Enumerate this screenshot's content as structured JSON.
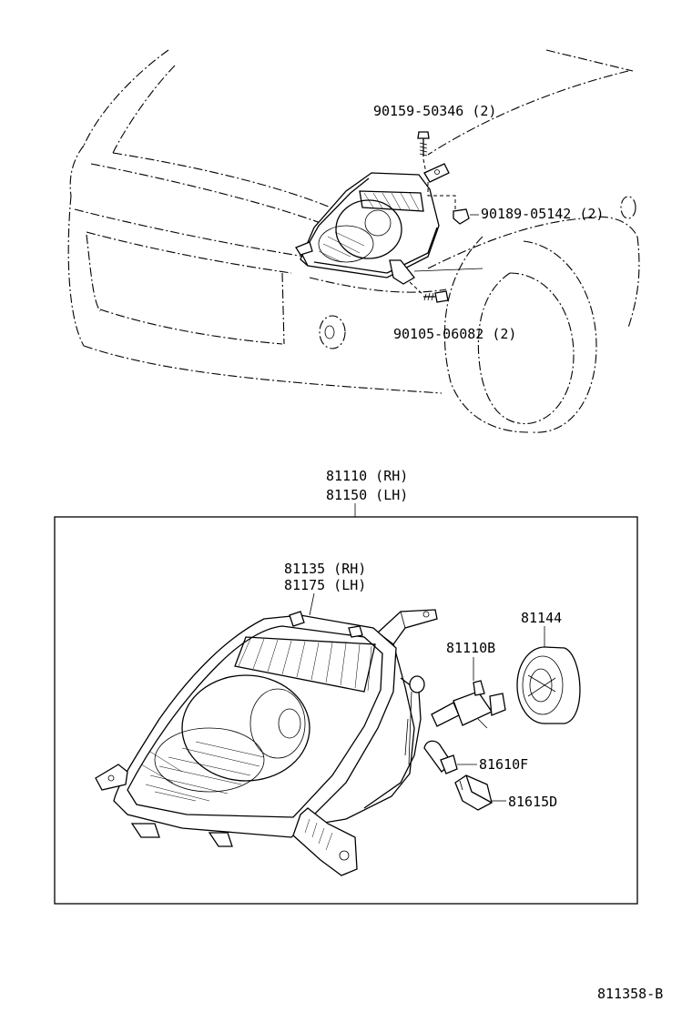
{
  "labels": {
    "screw_top": "90159-50346 (2)",
    "clip_right": "90189-05142 (2)",
    "screw_bottom": "90105-06082 (2)",
    "assembly_rh": "81110 (RH)",
    "assembly_lh": "81150 (LH)",
    "lens_rh": "81135 (RH)",
    "lens_lh": "81175 (LH)",
    "cover": "81144",
    "bulb_main": "81110B",
    "bulb_clearance": "81610F",
    "socket": "81615D",
    "figure_code": "811358-B"
  }
}
